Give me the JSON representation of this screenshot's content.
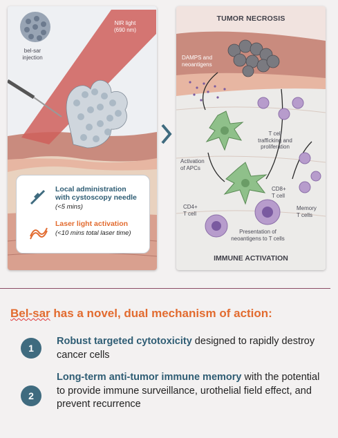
{
  "left_panel": {
    "nir_label": [
      "NIR light",
      "(690 nm)"
    ],
    "injection_label": [
      "bel-sar",
      "injection"
    ],
    "info": {
      "item1_title": [
        "Local administration",
        "with cystoscopy needle"
      ],
      "item1_sub": "(<5 mins)",
      "item2_title": "Laser light activation",
      "item2_sub": "(<10 mins total laser time)",
      "icons": [
        "needle-icon",
        "light-waves-icon"
      ]
    }
  },
  "right_panel": {
    "top_title": "TUMOR NECROSIS",
    "bottom_title": "IMMUNE ACTIVATION",
    "labels": {
      "damps": [
        "DAMPS and",
        "neoantigens"
      ],
      "trafficking": [
        "T cell",
        "trafficking and",
        "proliferation"
      ],
      "activation": [
        "Activation",
        "of APCs"
      ],
      "cd8": [
        "CD8+",
        "T cell"
      ],
      "cd4": [
        "CD4+",
        "T cell"
      ],
      "memory": [
        "Memory",
        "T cells"
      ],
      "presentation": [
        "Presentation of",
        "neoantigens to T cells"
      ]
    }
  },
  "colors": {
    "brand_blue": "#2f5d74",
    "orange": "#e26b2f",
    "laser_red": "#cf5f5a",
    "apc_green": "#8fc08a",
    "tcell_purple": "#b79ccc"
  },
  "headline": {
    "brand": "Bel-sar",
    "rest": " has a novel, dual mechanism of action:"
  },
  "points": [
    {
      "num": "1",
      "bold": "Robust targeted cytotoxicity",
      "text": " designed to rapidly destroy cancer cells"
    },
    {
      "num": "2",
      "bold": "Long-term anti-tumor immune memory",
      "text": " with the potential to provide immune surveillance, urothelial field effect, and prevent recurrence"
    }
  ]
}
